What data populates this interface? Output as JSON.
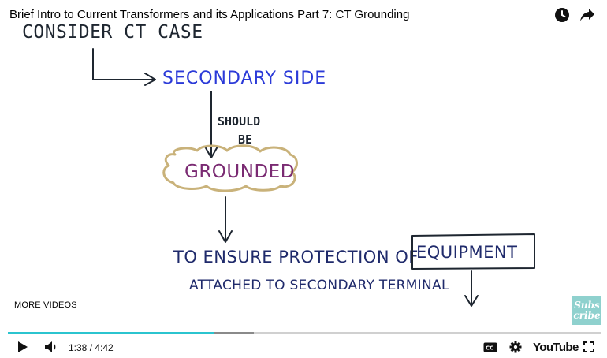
{
  "video": {
    "title": "Brief Intro to Current Transformers and its Applications Part 7: CT Grounding"
  },
  "whiteboard": {
    "heading": "CONSIDER CT CASE",
    "secondary_side": "SECONDARY SIDE",
    "should": "SHOULD",
    "be": "BE",
    "grounded": "GROUNDED",
    "ensure_line": "TO ENSURE PROTECTION OF",
    "equipment": "EQUIPMENT",
    "attached_line": "ATTACHED TO SECONDARY TERMINAL",
    "colors": {
      "black": "#1e2630",
      "blue": "#2b3ad8",
      "navy": "#1f2a6b",
      "purple": "#7a2a72",
      "cloud": "#c9b27a"
    }
  },
  "overlay": {
    "more_videos": "MORE VIDEOS",
    "subscribe_line1": "Subs",
    "subscribe_line2": "cribe",
    "subscribe_color": "#8fd1ce"
  },
  "player": {
    "current_time": "1:38",
    "duration": "4:42",
    "time_display": "1:38 / 4:42",
    "played_fraction": 0.348,
    "loaded_fraction": 0.415,
    "accent_color": "#2bc4cf",
    "brand": "YouTube",
    "icons": [
      "watch-later-icon",
      "share-icon",
      "play-icon",
      "volume-icon",
      "captions-icon",
      "settings-icon",
      "fullscreen-icon"
    ]
  }
}
